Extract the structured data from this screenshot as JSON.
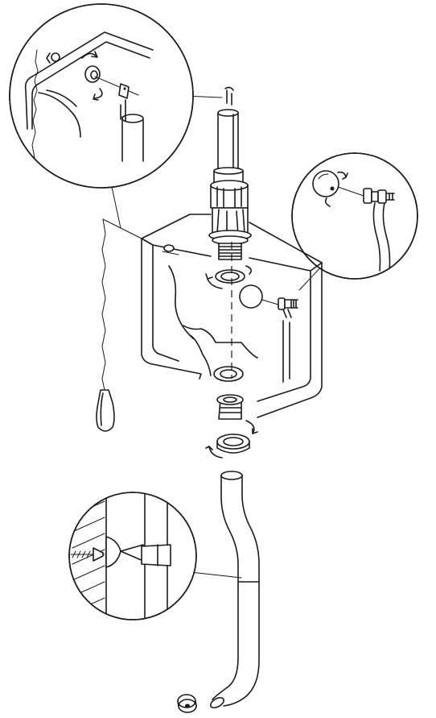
{
  "diagram": {
    "kind": "exploded-assembly-illustration",
    "line_color": "#1a1a1a",
    "background": "#ffffff",
    "parts": [
      "flush-valve-siphon",
      "cistern-tank",
      "float-ball-valve",
      "pull-chain-with-handle",
      "tank-outlet-nut",
      "flush-pipe",
      "wall-bracket",
      "pipe-connector-cone"
    ],
    "detail_callouts": [
      "chain-lever-detail",
      "float-valve-detail",
      "wall-fixing-detail"
    ]
  }
}
